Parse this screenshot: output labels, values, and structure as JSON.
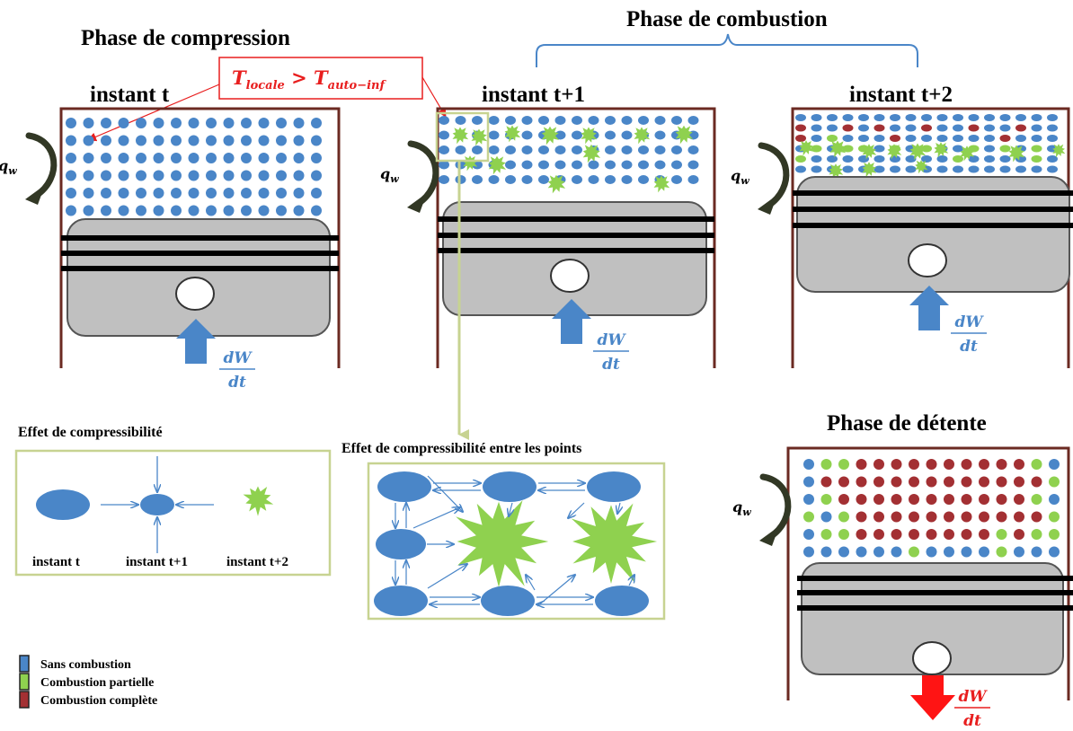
{
  "titles": {
    "compression": "Phase de compression",
    "combustion": "Phase de combustion",
    "detente": "Phase de détente"
  },
  "instants": {
    "t": "instant t",
    "t1": "instant t+1",
    "t2": "instant t+2"
  },
  "condition": {
    "T": "T",
    "sub_left": "locale",
    "op": " > ",
    "sub_right": "auto−inf"
  },
  "heat": {
    "q": "q",
    "sub": "w"
  },
  "work": {
    "num": "dW",
    "den": "dt"
  },
  "compressibility": {
    "title": "Effet de compressibilité",
    "states": [
      "instant t",
      "instant t+1",
      "instant t+2"
    ]
  },
  "between_points": {
    "title": "Effet de compressibilité entre les points"
  },
  "legend": [
    {
      "label": "Sans combustion",
      "color": "#4a86c8"
    },
    {
      "label": "Combustion partielle",
      "color": "#8fd14f"
    },
    {
      "label": "Combustion complète",
      "color": "#a33033"
    }
  ],
  "colors": {
    "unburnt": "#4a86c8",
    "partial": "#8fd14f",
    "complete": "#a33033",
    "wall": "#6b2a22",
    "piston": "#c0c0c0",
    "callout": "#e81e1e",
    "link": "#c7d391",
    "brace": "#4a86c8"
  }
}
